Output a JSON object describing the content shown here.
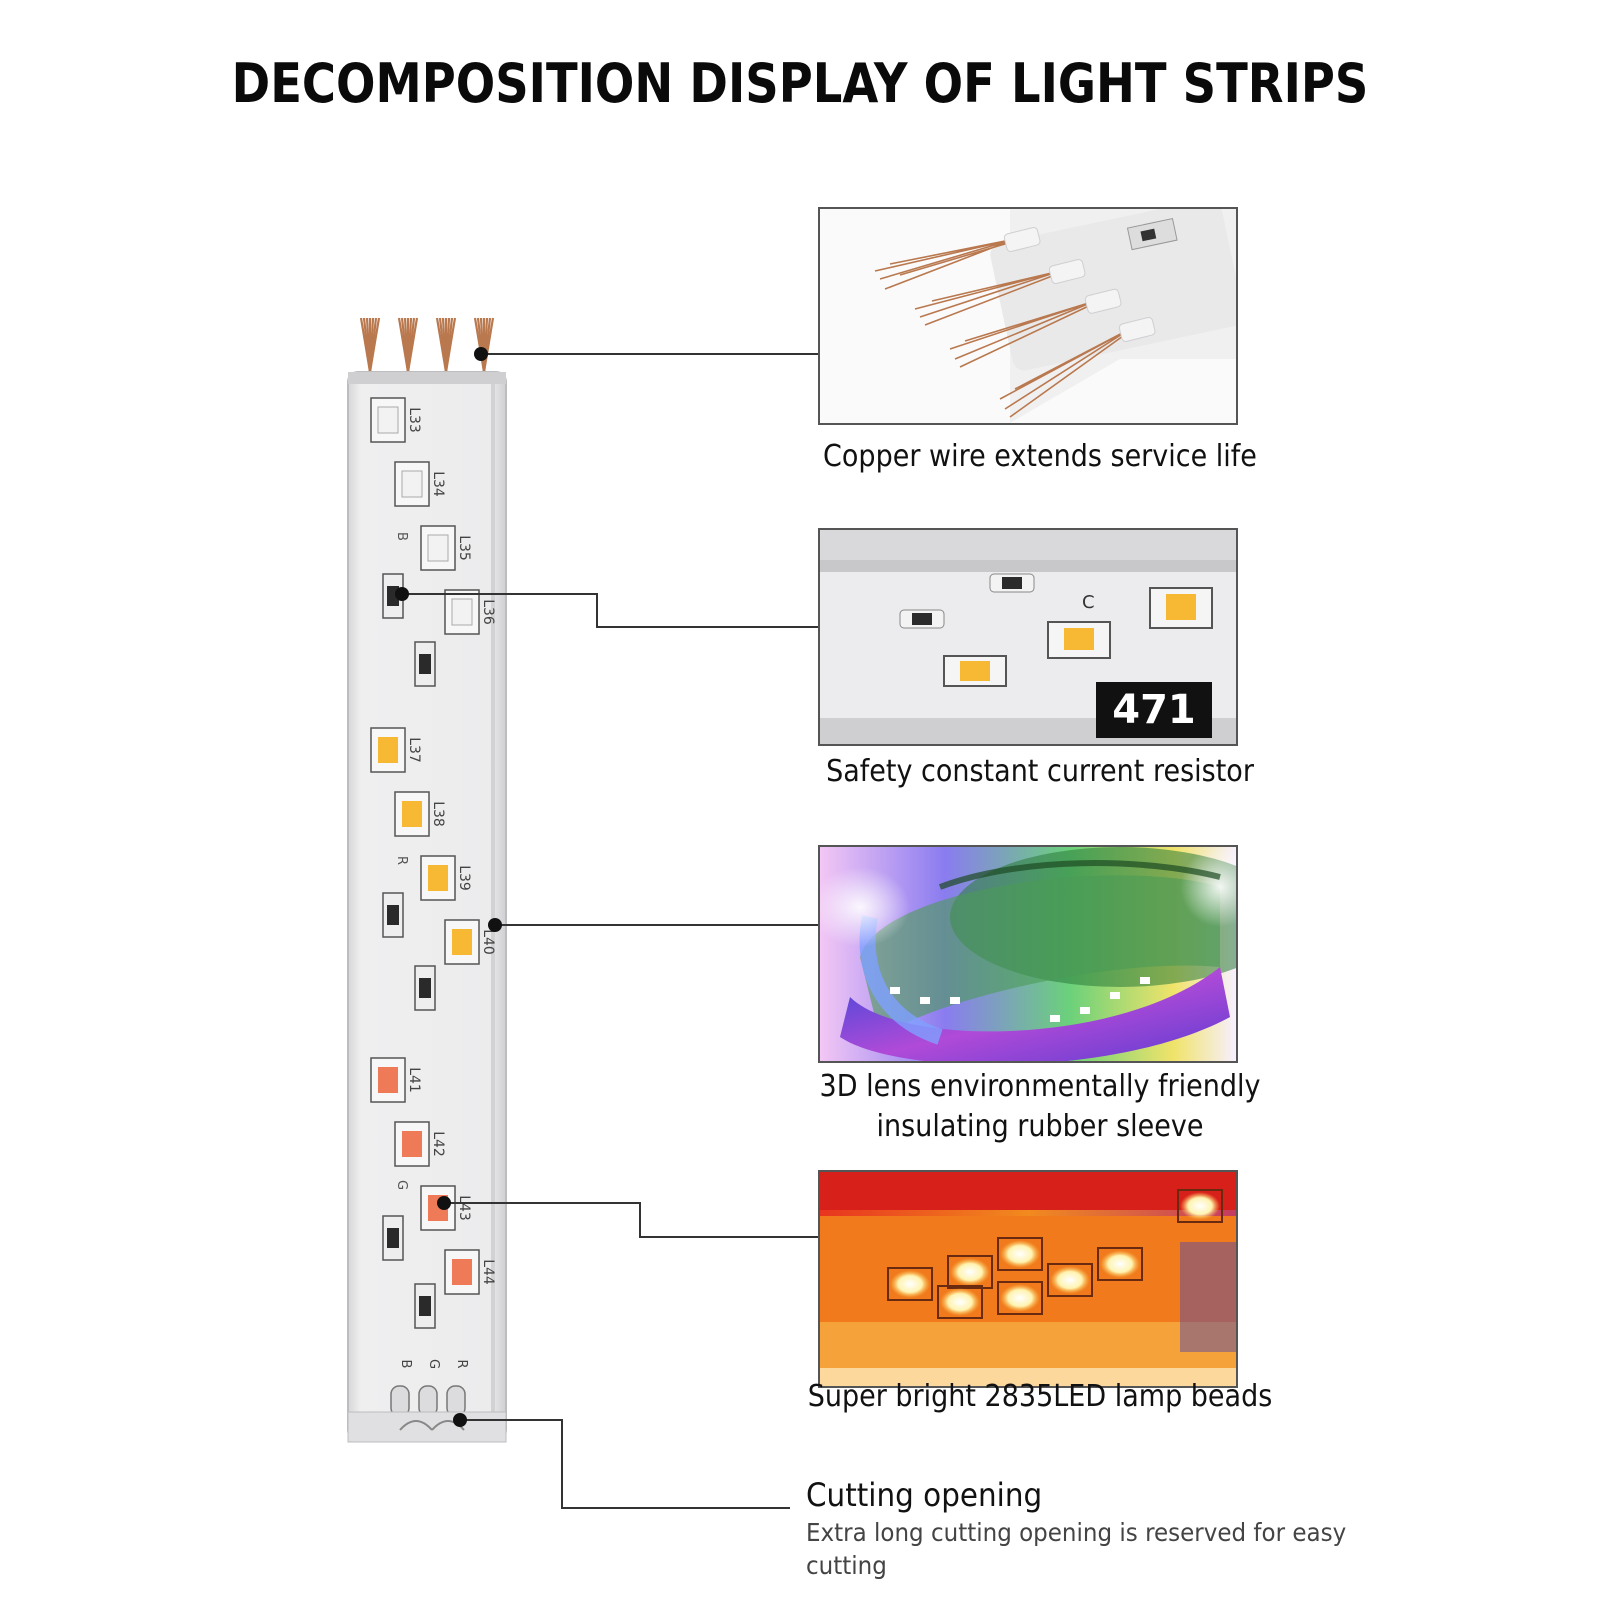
{
  "header": {
    "title": "DECOMPOSITION DISPLAY OF LIGHT STRIPS"
  },
  "strip": {
    "led_labels": [
      "L33",
      "L34",
      "L35",
      "L36",
      "L37",
      "L38",
      "L39",
      "L40",
      "L41",
      "L42",
      "L43",
      "L44"
    ],
    "channel_labels": {
      "b": "B",
      "r": "R",
      "g": "G"
    },
    "pad_labels": [
      "B",
      "G",
      "R"
    ],
    "colors": {
      "white_led": "#f2f2f2",
      "amber_led": "#f7b833",
      "red_led": "#ef7a58",
      "copper": "#b9784e",
      "strip_body": "#e9e9ea"
    }
  },
  "features": [
    {
      "caption": "Copper wire extends service life"
    },
    {
      "caption": "Safety constant current resistor",
      "badge": "471"
    },
    {
      "caption": "3D lens environmentally friendly insulating rubber sleeve"
    },
    {
      "caption": "Super bright 2835LED lamp beads"
    }
  ],
  "cutting": {
    "title": "Cutting opening",
    "description": "Extra long cutting opening is reserved for easy cutting"
  }
}
